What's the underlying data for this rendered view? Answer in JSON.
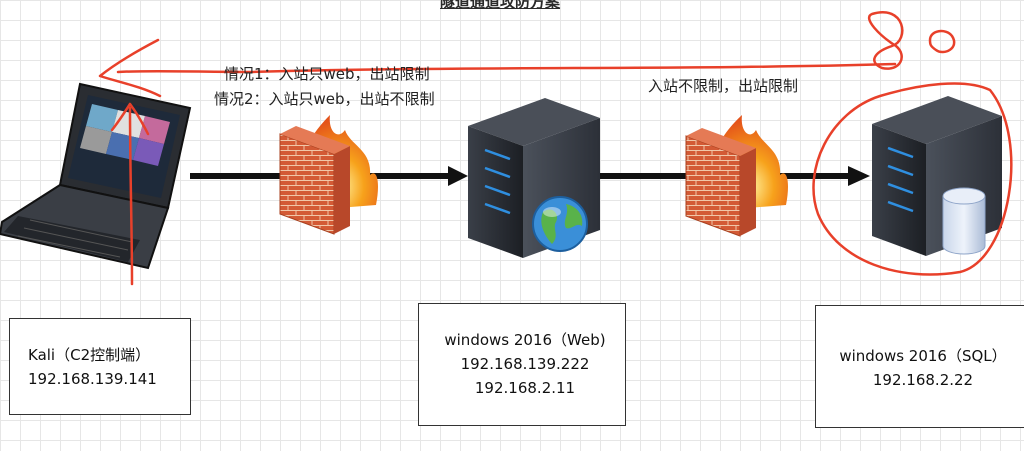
{
  "title": "隧道通道攻防方案",
  "labels": {
    "case1": "情况1：入站只web，出站限制",
    "case2": "情况2：入站只web，出站不限制",
    "case3": "入站不限制，出站限制"
  },
  "nodes": {
    "kali": {
      "name": "Kali（C2控制端）",
      "ip": "192.168.139.141"
    },
    "web": {
      "name": "windows 2016（Web)",
      "ip1": "192.168.139.222",
      "ip2": "192.168.2.11"
    },
    "sql": {
      "name": "windows 2016（SQL）",
      "ip": "192.168.2.22"
    }
  },
  "colors": {
    "annotation": "#e8402a",
    "arrow": "#111111",
    "server": "#2b2f36",
    "brick": "#d9603a",
    "flame": "#f59a1e"
  },
  "icons": [
    "laptop-icon",
    "firewall-icon",
    "web-server-icon",
    "globe-icon",
    "database-server-icon",
    "database-icon"
  ]
}
